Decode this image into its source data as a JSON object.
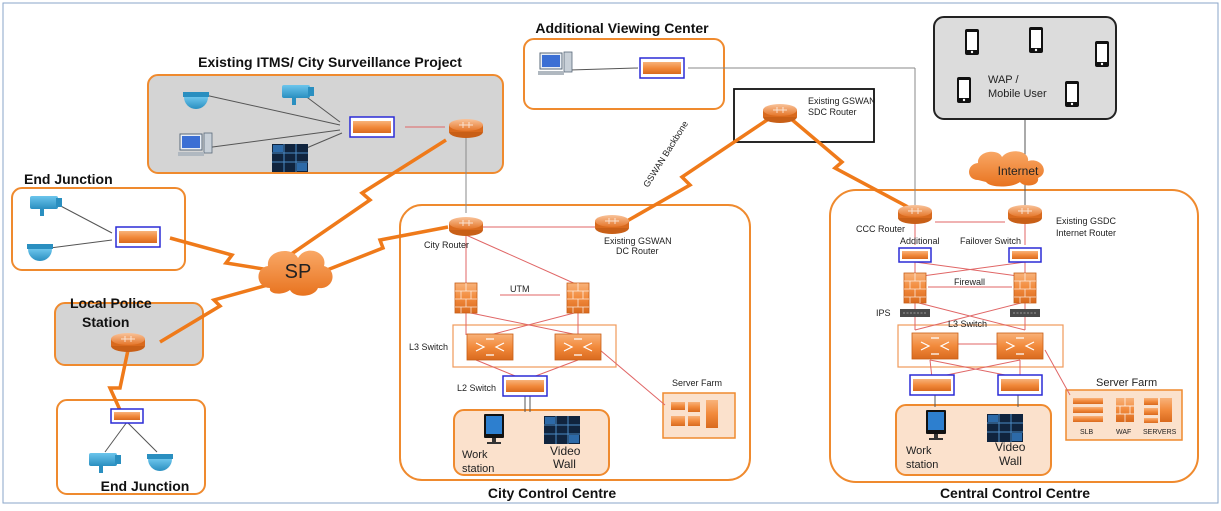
{
  "titles": {
    "itms": "Existing ITMS/ City Surveillance Project",
    "end_junction_top": "End Junction",
    "local_police": "Local Police Station",
    "end_junction_bottom": "End Junction",
    "additional_viewing": "Additional Viewing Center",
    "city_control": "City Control Centre",
    "central_control": "Central Control Centre"
  },
  "labels": {
    "sp": "SP",
    "internet": "Internet",
    "gswan_sdc_router": "Existing GSWAN SDC Router",
    "gswan_backbone": "GSWAN Backbone",
    "city_router": "City Router",
    "gswan_dc_router": "Existing GSWAN DC Router",
    "utm": "UTM",
    "l3_switch_city": "L3 Switch",
    "l2_switch": "L2 Switch",
    "server_farm_city": "Server Farm",
    "workstation_city": "Work station",
    "video_wall_city": "Video Wall",
    "wap_mobile": "WAP / Mobile User",
    "ccc_router": "CCC Router",
    "gsdc_router": "Existing GSDC Internet Router",
    "additional": "Additional",
    "failover_switch": "Failover Switch",
    "firewall": "Firewall",
    "ips": "IPS",
    "l3_switch_central": "L3 Switch",
    "server_farm_central": "Server Farm",
    "slb": "SLB",
    "waf": "WAF",
    "servers": "SERVERS",
    "workstation_central": "Work station",
    "video_wall_central": "Video Wall"
  },
  "colors": {
    "accent_orange": "#ef8a2e",
    "panel_grey": "#d4d4d4",
    "device_orange": "#f28a3c",
    "camera_blue": "#3fa7d6",
    "switch_border": "#2b2bd6",
    "wan_link": "#ef7a1a"
  }
}
